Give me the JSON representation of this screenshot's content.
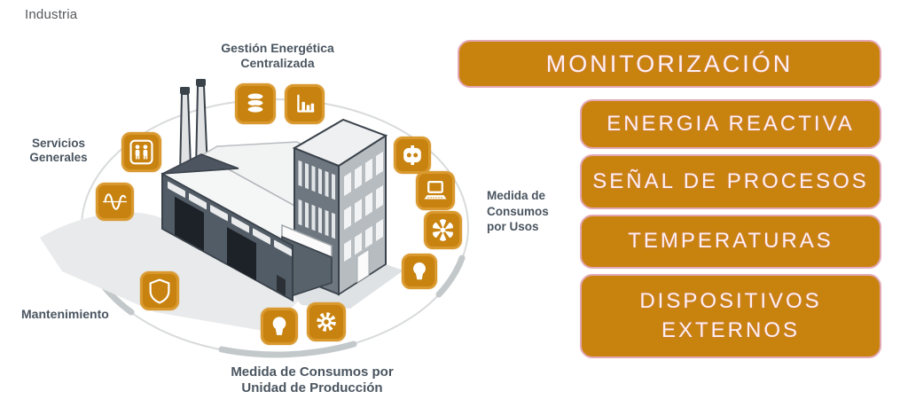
{
  "title": "Industria",
  "diagram": {
    "labels": {
      "gestion": "Gestión Energética\nCentralizada",
      "servicios": "Servicios\nGenerales",
      "mantenimiento": "Mantenimiento",
      "medida_unidad": "Medida de Consumos por\nUnidad de Producción",
      "medida_usos": "Medida de\nConsumos\npor Usos"
    },
    "icons": [
      {
        "name": "database-icon"
      },
      {
        "name": "bar-chart-icon"
      },
      {
        "name": "people-icon"
      },
      {
        "name": "sine-wave-icon"
      },
      {
        "name": "shield-icon"
      },
      {
        "name": "bulb-icon"
      },
      {
        "name": "gear-icon"
      },
      {
        "name": "socket-icon"
      },
      {
        "name": "laptop-icon"
      },
      {
        "name": "fan-icon"
      },
      {
        "name": "bulb-icon"
      }
    ]
  },
  "banners": [
    {
      "label": "MONITORIZACIÓN"
    },
    {
      "label": "ENERGIA REACTIVA"
    },
    {
      "label": "SEÑAL DE PROCESOS"
    },
    {
      "label": "TEMPERATURAS"
    },
    {
      "label": "DISPOSITIVOS\nEXTERNOS"
    }
  ],
  "colors": {
    "banner_orange": "#C8830F",
    "icon_orange": "#C8820F",
    "icon_border": "#D9992F",
    "label_gray": "#4A5560",
    "ring_gray": "#D8DADB",
    "wall_dark": "#525C66"
  }
}
